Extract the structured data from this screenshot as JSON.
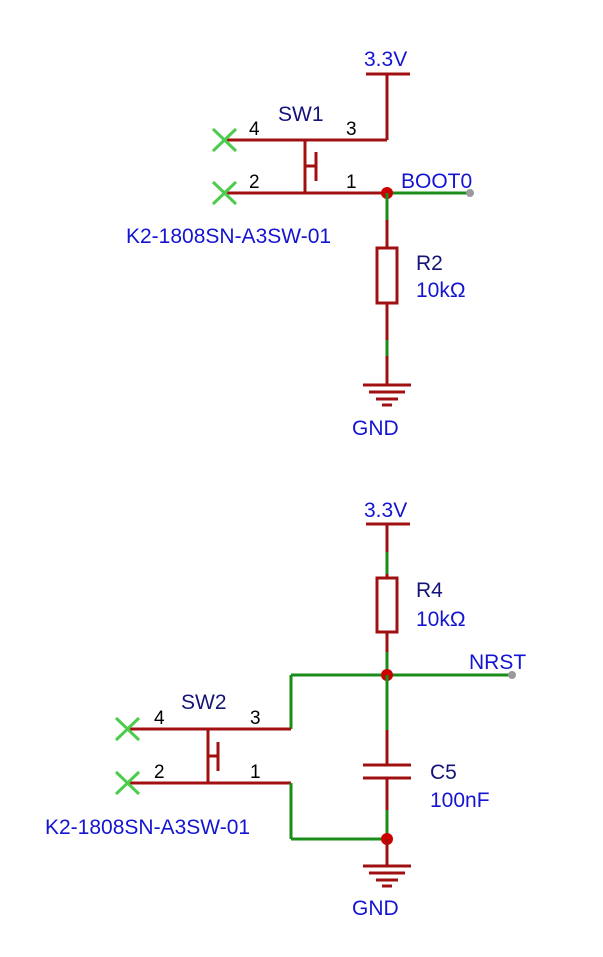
{
  "colors": {
    "wire": "#1a8c1a",
    "component": "#a01010",
    "net_label": "#1414d2",
    "ref_label": "#141478",
    "no_connect": "#4ccc4c",
    "junction": "#cc0000"
  },
  "circuit1": {
    "power": "3.3V",
    "switch": {
      "ref": "SW1",
      "part": "K2-1808SN-A3SW-01",
      "pins": {
        "p1": "1",
        "p2": "2",
        "p3": "3",
        "p4": "4"
      }
    },
    "net": "BOOT0",
    "resistor": {
      "ref": "R2",
      "value": "10kΩ"
    },
    "ground": "GND"
  },
  "circuit2": {
    "power": "3.3V",
    "resistor": {
      "ref": "R4",
      "value": "10kΩ"
    },
    "net": "NRST",
    "switch": {
      "ref": "SW2",
      "part": "K2-1808SN-A3SW-01",
      "pins": {
        "p1": "1",
        "p2": "2",
        "p3": "3",
        "p4": "4"
      }
    },
    "capacitor": {
      "ref": "C5",
      "value": "100nF"
    },
    "ground": "GND"
  }
}
